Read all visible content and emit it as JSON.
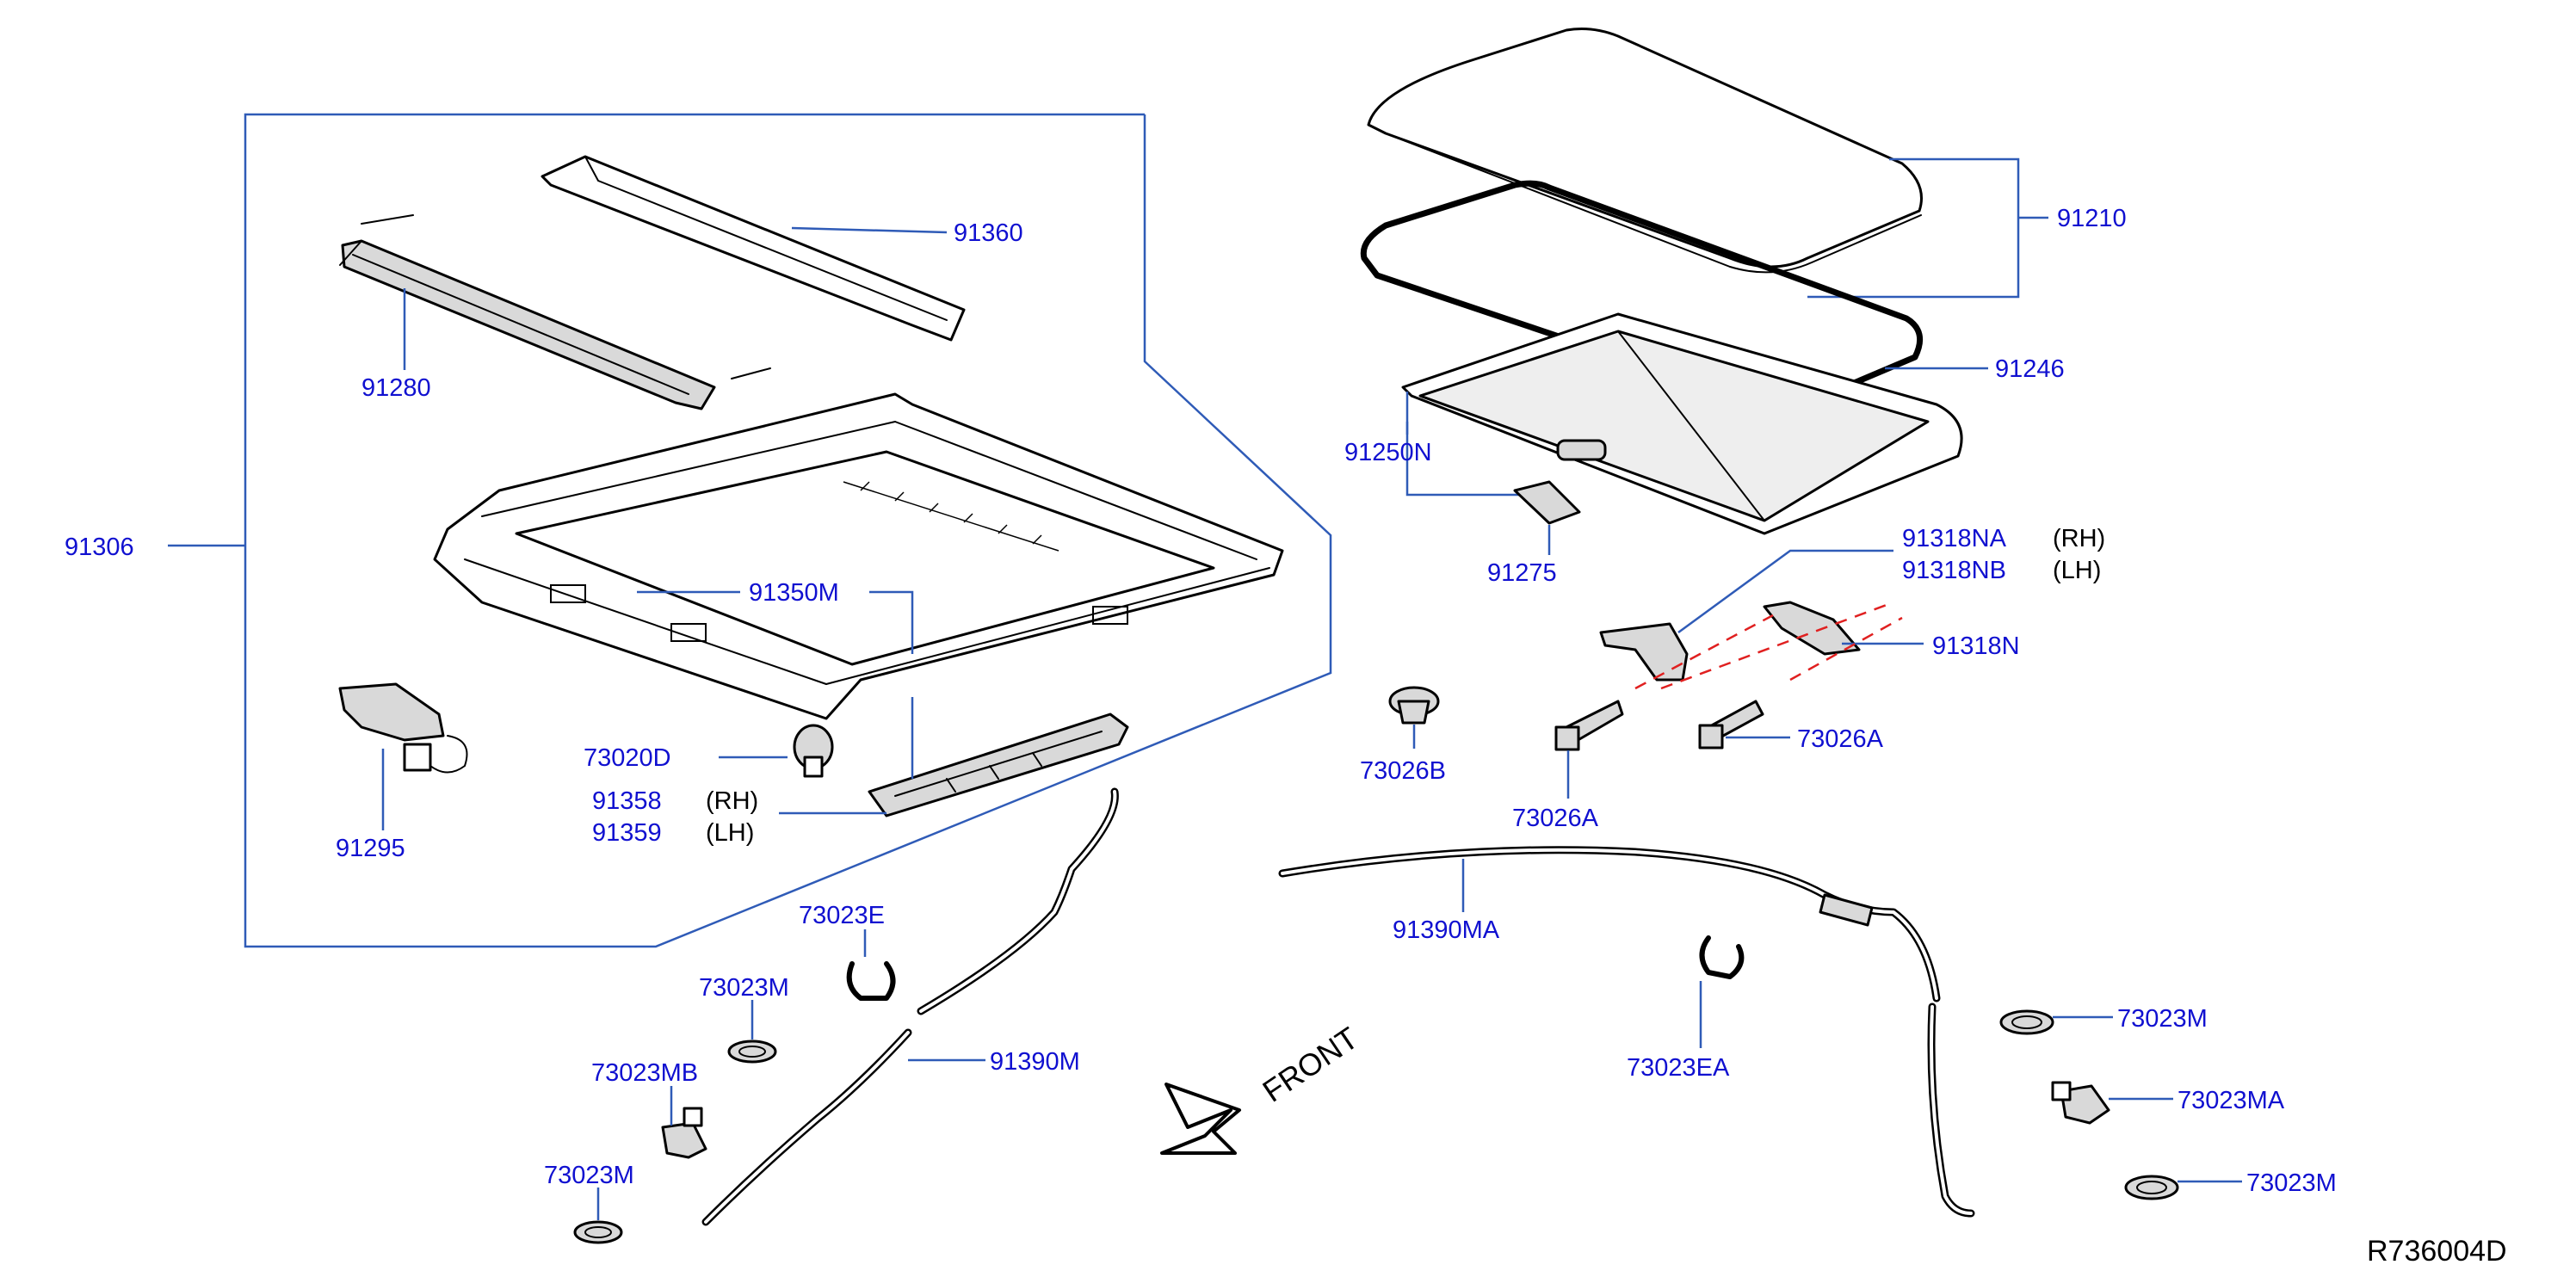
{
  "diagram": {
    "code": "R736004D",
    "front_label": "FRONT",
    "labels": {
      "p91306": "91306",
      "p91360": "91360",
      "p91280": "91280",
      "p91350m": "91350M",
      "p73020d": "73020D",
      "p91358": "91358",
      "p91359": "91359",
      "p91295": "91295",
      "p91210": "91210",
      "p91246": "91246",
      "p91250n": "91250N",
      "p91275": "91275",
      "p91318na": "91318NA",
      "p91318nb": "91318NB",
      "p91318n": "91318N",
      "p73026a_1": "73026A",
      "p73026a_2": "73026A",
      "p73026b": "73026B",
      "p91390ma": "91390MA",
      "p73023e": "73023E",
      "p73023m_1": "73023M",
      "p73023mb": "73023MB",
      "p73023m_2": "73023M",
      "p91390m": "91390M",
      "p73023ea": "73023EA",
      "p73023m_3": "73023M",
      "p73023ma": "73023MA",
      "p73023m_4": "73023M"
    },
    "sides": {
      "rh_1": "(RH)",
      "lh_1": "(LH)",
      "rh_2": "(RH)",
      "lh_2": "(LH)"
    }
  }
}
